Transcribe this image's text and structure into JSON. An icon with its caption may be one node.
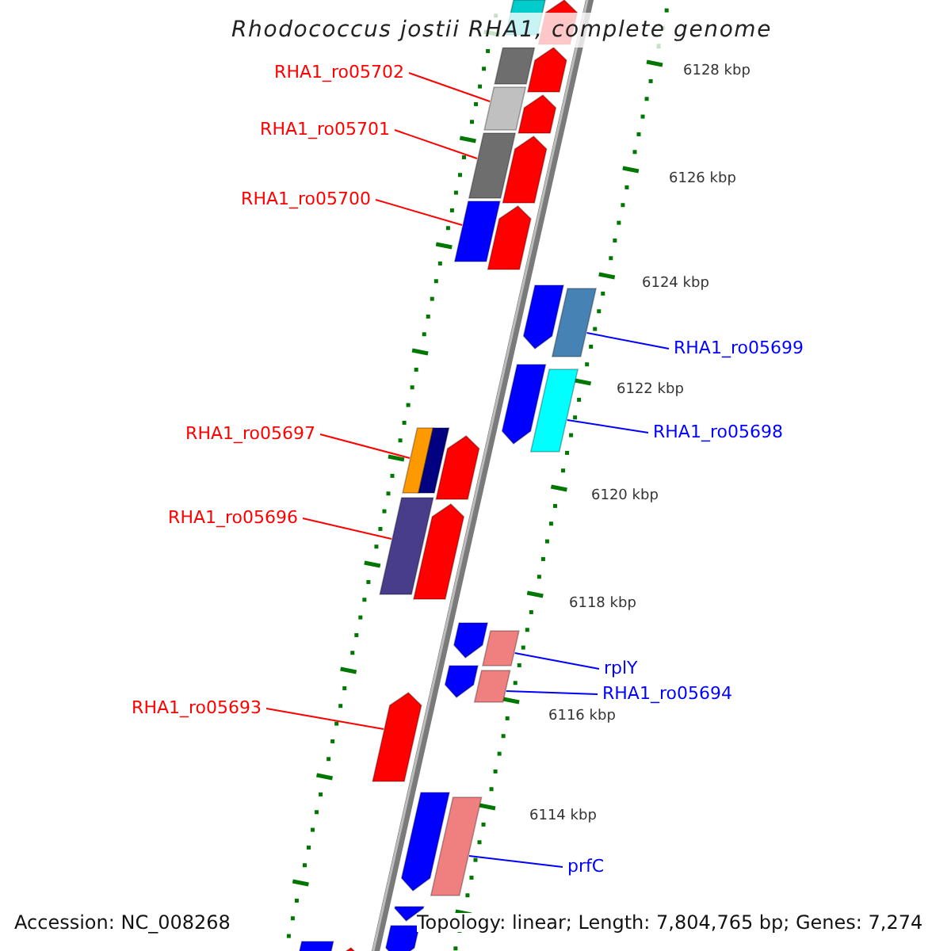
{
  "diagram": {
    "title": "Rhodococcus jostii RHA1, complete genome",
    "nodes": [
      {
        "text": [
          "RHA1_ro05702"
        ]
      },
      {
        "text": [],
        "shape": "bar"
      },
      {
        "text": [
          "RHA1_ro05701"
        ]
      },
      {
        "text": [],
        "shape": "bar"
      },
      {
        "text": [
          "RHA1_ro05700"
        ]
      },
      {
        "text": [],
        "shape": "bar"
      },
      {
        "text": [
          "RHA1_ro05699"
        ]
      },
      {
        "text": [],
        "shape": "bar"
      },
      {
        "text": [
          "RHA1_ro05698"
        ]
      },
      {
        "text": [],
        "shape": "bar"
      },
      {
        "text": [
          "RHA1_ro05697"
        ]
      },
      {
        "text": [],
        "shape": "bar"
      },
      {
        "text": [
          "RHA1_ro05696"
        ]
      },
      {
        "text": [],
        "shape": "bar"
      },
      {
        "text": [
          "rplY"
        ]
      },
      {
        "text": [],
        "shape": "bar"
      },
      {
        "text": [
          "RHA1_ro05694"
        ]
      },
      {
        "text": [],
        "shape": "bar"
      },
      {
        "text": [
          "RHA1_ro05693"
        ]
      },
      {
        "text": [],
        "shape": "arrow"
      },
      {
        "text": [
          "prfC"
        ]
      },
      {
        "text": [],
        "shape": "bar"
      },
      {
        "text": [],
        "shape": "bar"
      },
      {
        "text": [],
        "shape": "arrow"
      },
      {
        "text": [],
        "shape": "bar"
      },
      {
        "text": [],
        "shape": "arrow"
      },
      {
        "text": [],
        "shape": "arrow"
      },
      {
        "text": [],
        "shape": "arrow"
      },
      {
        "text": [],
        "shape": "arrow"
      },
      {
        "text": [],
        "shape": "arrow"
      },
      {
        "text": [],
        "shape": "arrow"
      },
      {
        "text": [],
        "shape": "arrow"
      },
      {
        "text": [],
        "shape": "arrow"
      },
      {
        "text": [],
        "shape": "arrow"
      },
      {
        "text": [],
        "shape": "arrow"
      },
      {
        "text": [],
        "shape": "arrow"
      },
      {
        "text": [],
        "shape": "arrow"
      },
      {
        "text": [],
        "shape": "arrow"
      },
      {
        "text": [],
        "shape": "bar"
      },
      {
        "text": [],
        "shape": "arrow"
      }
    ],
    "edges": [
      {
        "from": 0,
        "to": 1,
        "arrow": "none"
      },
      {
        "from": 2,
        "to": 3,
        "arrow": "none"
      },
      {
        "from": 4,
        "to": 5,
        "arrow": "none"
      },
      {
        "from": 6,
        "to": 7,
        "arrow": "none",
        "color": "#0000ff"
      },
      {
        "from": 8,
        "to": 9,
        "arrow": "none",
        "color": "#0000ff"
      },
      {
        "from": 10,
        "to": 11,
        "arrow": "none"
      },
      {
        "from": 12,
        "to": 13,
        "arrow": "none"
      },
      {
        "from": 14,
        "to": 15,
        "arrow": "none",
        "color": "#0000ff"
      },
      {
        "from": 16,
        "to": 17,
        "arrow": "none",
        "color": "#0000ff"
      },
      {
        "from": 18,
        "to": 19,
        "arrow": "none"
      },
      {
        "from": 20,
        "to": 21,
        "arrow": "none",
        "color": "#0000ff"
      }
    ],
    "labels": [
      "6128 kbp",
      "6126 kbp",
      "6124 kbp",
      "6122 kbp",
      "6120 kbp",
      "6118 kbp",
      "6116 kbp",
      "6114 kbp",
      "Accession: NC_008268",
      "Topology: linear; Length: 7,804,765 bp; Genes: 7,274"
    ]
  }
}
